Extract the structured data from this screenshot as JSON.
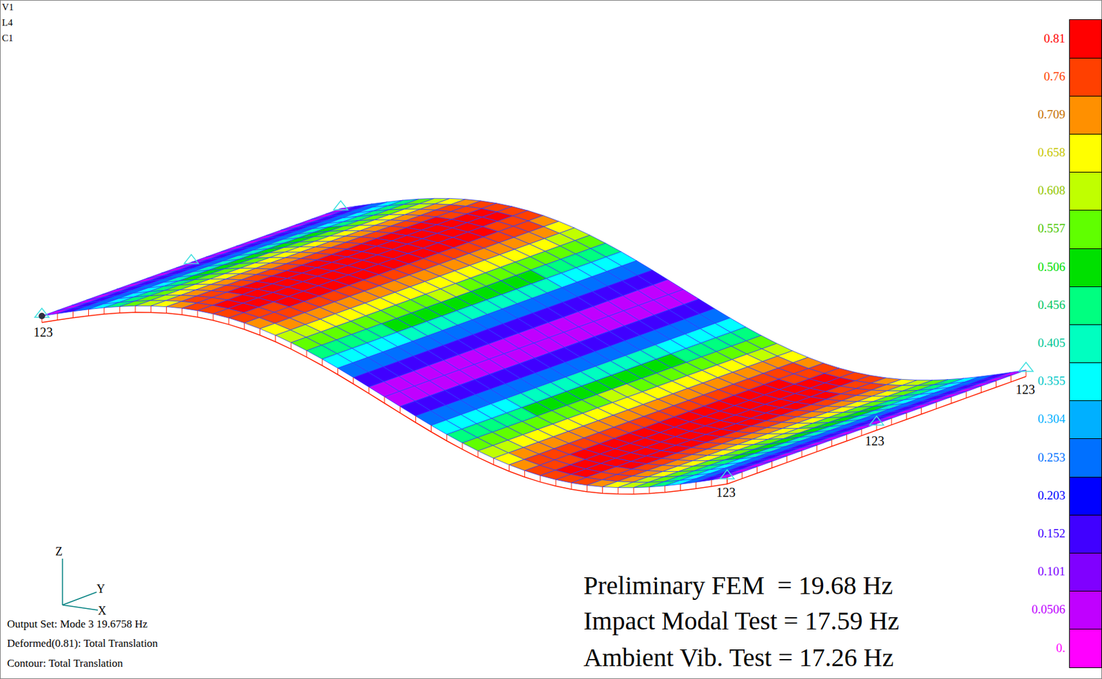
{
  "diagram": {
    "labels": [
      "V1",
      "L4",
      "C1",
      "123",
      "123",
      "123",
      "123",
      "Z",
      "Y",
      "X",
      "Output Set: Mode 3 19.6758 Hz",
      "Deformed(0.81): Total Translation",
      "Contour: Total Translation",
      "Preliminary FEM  = 19.68 Hz",
      "Impact Modal Test = 17.59 Hz",
      "Ambient Vib. Test = 17.26 Hz"
    ],
    "legend": [
      {
        "text": "0.81",
        "color": "#ff0000"
      },
      {
        "text": "0.76",
        "color": "#ff4000"
      },
      {
        "text": "0.709",
        "color": "#ff9000"
      },
      {
        "text": "0.658",
        "color": "#ffff00"
      },
      {
        "text": "0.608",
        "color": "#c0ff00"
      },
      {
        "text": "0.557",
        "color": "#60ff00"
      },
      {
        "text": "0.506",
        "color": "#00e000"
      },
      {
        "text": "0.456",
        "color": "#00ff80"
      },
      {
        "text": "0.405",
        "color": "#00ffc0"
      },
      {
        "text": "0.355",
        "color": "#00ffff"
      },
      {
        "text": "0.304",
        "color": "#00b0ff"
      },
      {
        "text": "0.253",
        "color": "#0070ff"
      },
      {
        "text": "0.203",
        "color": "#0000ff"
      },
      {
        "text": "0.152",
        "color": "#4000ff"
      },
      {
        "text": "0.101",
        "color": "#8000ff"
      },
      {
        "text": "0.0506",
        "color": "#c000ff"
      },
      {
        "text": "0.",
        "color": "#ff00ff"
      }
    ]
  }
}
